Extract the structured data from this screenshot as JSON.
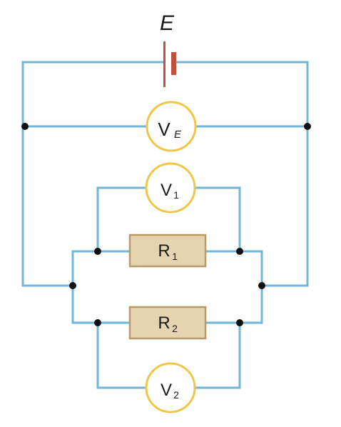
{
  "battery": {
    "label": "E"
  },
  "meters": {
    "ve": {
      "main": "V",
      "sub": "E"
    },
    "v1": {
      "main": "V",
      "sub": "1"
    },
    "v2": {
      "main": "V",
      "sub": "2"
    }
  },
  "resistors": {
    "r1": {
      "main": "R",
      "sub": "1"
    },
    "r2": {
      "main": "R",
      "sub": "2"
    }
  },
  "colors": {
    "wire": "#6fb6d8",
    "meter_ring": "#f0c64a",
    "resistor_fill": "#e6d4b0",
    "battery": "#c0533f"
  }
}
